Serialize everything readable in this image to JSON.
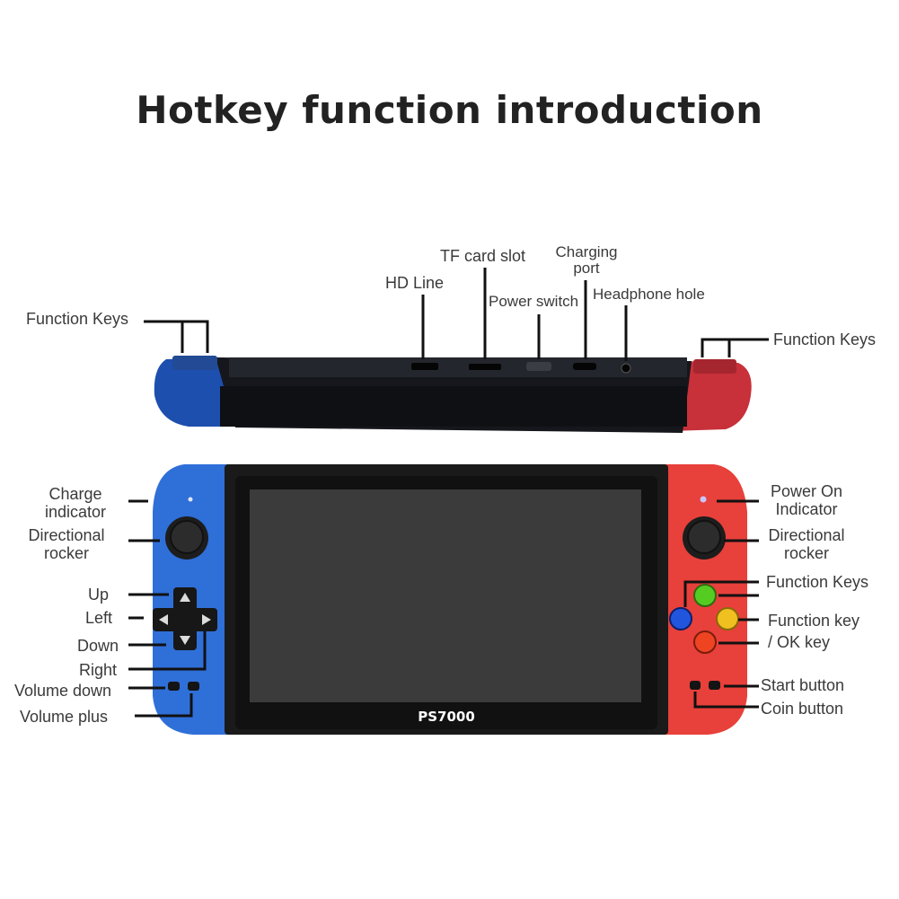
{
  "title": "Hotkey function introduction",
  "device": {
    "model": "PS7000",
    "left_color": "#2f6fd8",
    "right_color": "#e8403a",
    "body_color": "#1a1a1a",
    "screen_color": "#3b3b3b"
  },
  "top_view_labels": {
    "function_keys_left": "Function Keys",
    "hd_line": "HD Line",
    "tf_card_slot": "TF card slot",
    "power_switch": "Power switch",
    "charging_port_line1": "Charging",
    "charging_port_line2": "port",
    "headphone_hole": "Headphone hole",
    "function_keys_right": "Function Keys"
  },
  "left_labels": {
    "charge_line1": "Charge",
    "charge_line2": "indicator",
    "rocker_line1": "Directional",
    "rocker_line2": "rocker",
    "up": "Up",
    "left": "Left",
    "down": "Down",
    "right": "Right",
    "volume_down": "Volume down",
    "volume_plus": "Volume plus"
  },
  "right_labels": {
    "power_line1": "Power On",
    "power_line2": "Indicator",
    "rocker_line1": "Directional",
    "rocker_line2": "rocker",
    "function_keys": "Function Keys",
    "function_key_line1": "Function key",
    "function_key_line2": "/ OK key",
    "start_button": "Start button",
    "coin_button": "Coin button"
  },
  "buttons": {
    "x_color": "#2255dd",
    "y_color": "#55cc22",
    "b_color": "#f0c020",
    "a_color": "#ee4422"
  }
}
